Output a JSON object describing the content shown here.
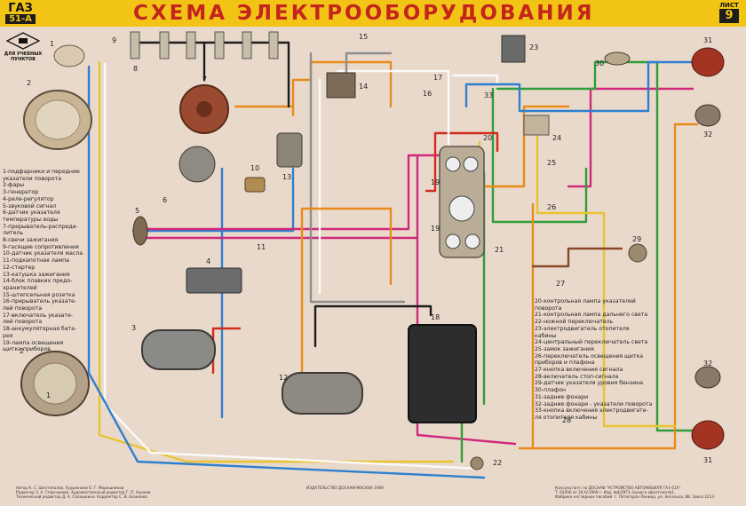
{
  "title": "СХЕМА ЭЛЕКТРООБОРУДОВАНИЯ",
  "logo": {
    "top": "ГАЗ",
    "bottom": "51-А"
  },
  "seal": "ДЛЯ УЧЕБНЫХ ПУНКТОВ",
  "sheet": {
    "label": "ЛИСТ",
    "number": "9"
  },
  "legend_left": [
    "1-подфарники и передние",
    "   указатели поворота",
    "2-фары",
    "3-генератор",
    "4-реле-регулятор",
    "5-звуковой сигнал",
    "6-датчик указателя",
    "   температуры воды",
    "7-прерыватель-распреде-",
    "   литель",
    "8-свечи зажигания",
    "9-гасящие сопротивления",
    "10-датчик указателя масла",
    "11-подкапотная лампа",
    "12-стартер",
    "13-катушка зажигания",
    "14-блок плавких предо-",
    "   хранителей",
    "15-штепсельная розетка",
    "16-прерыватель указате-",
    "   лей поворота",
    "17-включатель указате-",
    "   лей поворота",
    "18-аккумуляторная бата-",
    "   рея",
    "19-лампа освещения",
    "   щитка приборов"
  ],
  "legend_right": [
    "20-контрольная лампа указателей",
    "   поворота",
    "21-контрольная лампа дальнего света",
    "22-ножной переключатель",
    "23-электродвигатель отопителя",
    "   кабины",
    "24-центральный переключатель света",
    "25-замок зажигания",
    "26-переключатель освещения щитка",
    "   приборов и плафона",
    "27-кнопка включения сигнала",
    "28-включатель стоп-сигнала",
    "29-датчик указателя уровня бензина",
    "30-плафон",
    "31-задние фонари",
    "32-задние фонари - указатели поворота",
    "33-кнопка включения электродвигате-",
    "   ля отопителя кабины"
  ],
  "component_numbers": [
    "1",
    "2",
    "3",
    "4",
    "5",
    "6",
    "7",
    "8",
    "9",
    "10",
    "11",
    "12",
    "13",
    "14",
    "15",
    "16",
    "17",
    "18",
    "19",
    "19",
    "20",
    "21",
    "22",
    "23",
    "24",
    "25",
    "26",
    "27",
    "28",
    "29",
    "30",
    "31",
    "31",
    "32",
    "32",
    "33",
    "1",
    "2"
  ],
  "footer": {
    "authors": [
      "Автор К. С. Шестопалов. Художники Б. Г. Марешников",
      "Редактор З. А. Спирчикова. Художественный редактор Г. П. Ушаков",
      "Технический редактор Д. А. Солошкина. Корректор С. В. Базилева"
    ],
    "publisher": "ИЗДАТЕЛЬСТВО ДОСААФ·МОСКВА 1969",
    "print_info": [
      "Консультант: по ДОСААФ \"УСТРОЙСТВО АВТОМОБИЛЯ ГАЗ-51А\"",
      "Т. 02456 от 24.IV.1969 г. Изд. №4/2973. Бумага офсетная №1.",
      "Фабрика наглядных пособий. г. Пятигорск-Леница, ул. Энгельса, 88. Заказ 2213"
    ]
  },
  "colors": {
    "title_band": "#f2c416",
    "title_text": "#c4241c",
    "wire_blue": "#2f7fd0",
    "wire_green": "#2e9d3a",
    "wire_magenta": "#d0287a",
    "wire_orange": "#e98a1c",
    "wire_red": "#d22a1e",
    "wire_black": "#1c1c1c",
    "wire_white": "#fafafa",
    "wire_gray": "#8e8e8e",
    "wire_yellow": "#e9c430",
    "wire_brown": "#8a4a2a"
  }
}
